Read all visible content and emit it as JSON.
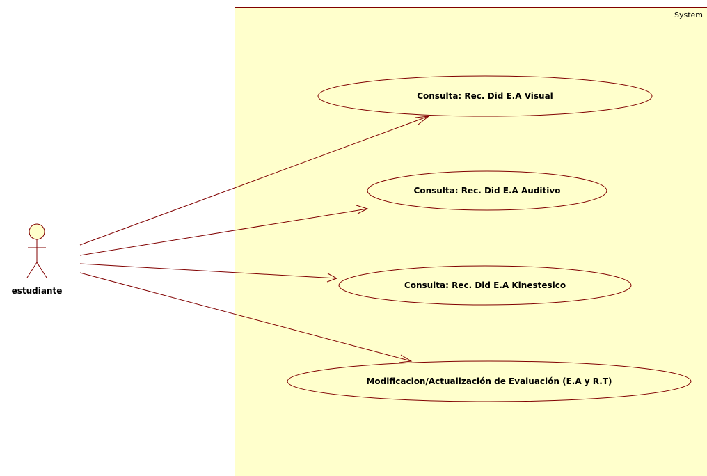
{
  "system": {
    "label": "System"
  },
  "actor": {
    "name": "estudiante"
  },
  "use_cases": [
    {
      "label": "Consulta: Rec. Did E.A Visual"
    },
    {
      "label": "Consulta: Rec. Did E.A Auditivo"
    },
    {
      "label": "Consulta: Rec. Did E.A Kinestesico"
    },
    {
      "label": "Modificacion/Actualización de Evaluación (E.A y R.T)"
    }
  ],
  "colors": {
    "boundary_fill": "#ffffcc",
    "stroke": "#800000",
    "actor_head_fill": "#ffffcc"
  }
}
